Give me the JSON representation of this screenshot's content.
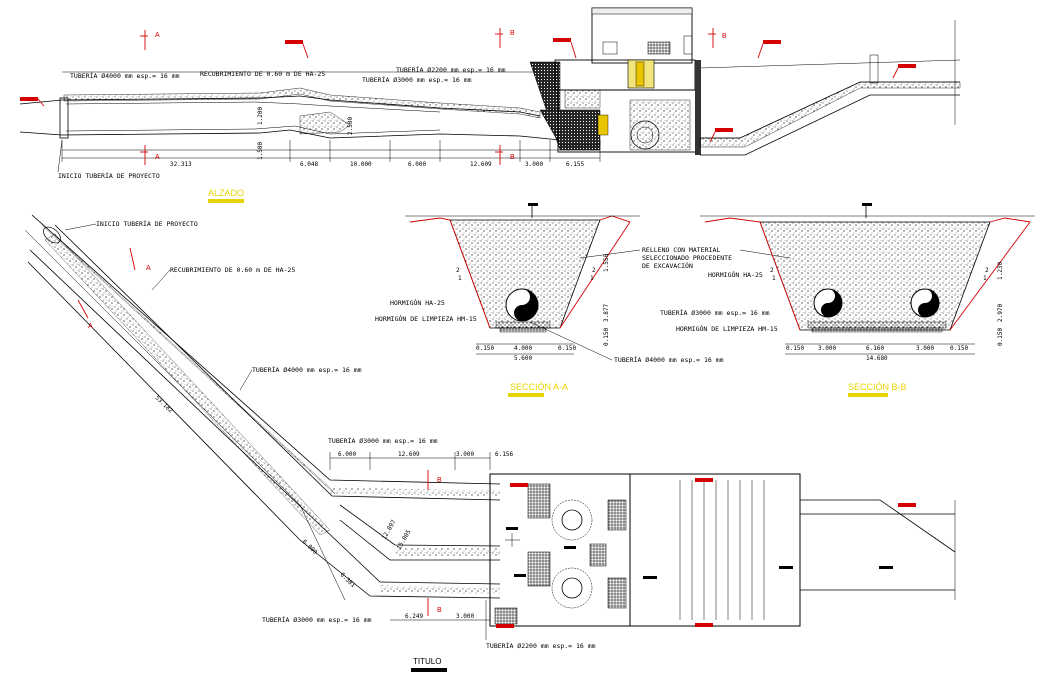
{
  "labels": {
    "tuberia_4000_top": "TUBERÍA Ø4000 mm esp.= 16 mm",
    "recubrimiento_top": "RECUBRIMIENTO DE 0.60 m DE HA-25",
    "tuberia_2200_top": "TUBERÍA Ø2200 mm esp.= 16 mm",
    "tuberia_3000_top": "TUBERÍA Ø3000 mm esp.= 16 mm",
    "inicio_top": "INICIO TUBERÍA DE PROYECTO",
    "inicio_plan": "INICIO TUBERÍA DE PROYECTO",
    "recubrimiento_plan": "RECUBRIMIENTO DE 0.60 m DE HA-25",
    "tuberia_4000_plan": "TUBERÍA Ø4000 mm esp.= 16 mm",
    "tuberia_3000_plan_top": "TUBERÍA Ø3000 mm esp.= 16 mm",
    "tuberia_3000_plan_bot": "TUBERÍA Ø3000 mm esp.= 16 mm",
    "tuberia_2200_plan": "TUBERÍA Ø2200 mm esp.= 16 mm",
    "relleno": [
      "RELLENO CON MATERIAL",
      "SELECCIONADO PROCEDENTE",
      "DE EXCAVACIÓN"
    ],
    "hormigon_a": "HORMIGÓN HA-25",
    "limpieza_a": "HORMIGÓN DE LIMPIEZA HM-15",
    "tuberia_4000_a": "TUBERÍA Ø4000 mm esp.= 16 mm",
    "hormigon_b": "HORMIGÓN HA-25",
    "tuberia_3000_b": "TUBERÍA Ø3000 mm esp.= 16 mm",
    "limpieza_b": "HORMIGÓN DE LIMPIEZA HM-15",
    "alzado": "ALZADO",
    "seccion_aa": "SECCIÓN A-A",
    "seccion_bb": "SECCIÓN B-B",
    "titulo": "TITULO"
  },
  "section_letters": {
    "a": "A",
    "b": "B"
  },
  "dims_top": [
    "32.313",
    "6.048",
    "10.000",
    "6.000",
    "12.609",
    "3.000",
    "6.155"
  ],
  "dims_top_vertical": [
    "1.200",
    "1.500",
    "2.500"
  ],
  "dims_plan": [
    "6.000",
    "12.609",
    "3.000",
    "6.156"
  ],
  "dims_plan_bottom": [
    "6.249",
    "3.000"
  ],
  "dims_plan_diag": [
    "53.182",
    "6.000",
    "6.381",
    "12.897",
    "15.005"
  ],
  "dims_a_bottom": [
    "0.150",
    "4.000",
    "0.150"
  ],
  "dims_a_total": "5.600",
  "dims_a_right": [
    "1.550",
    "3.877",
    "0.150"
  ],
  "dims_b_bottom": [
    "0.150",
    "3.000",
    "6.160",
    "3.000",
    "0.150"
  ],
  "dims_b_total": "14.680",
  "dims_b_right": [
    "1.230",
    "2.970",
    "0.150"
  ],
  "slope": [
    "2",
    "1"
  ],
  "colors": {
    "line": "#000000",
    "section_mark": "#d40000",
    "title": "#e8d400",
    "valve": "#e8c400"
  }
}
